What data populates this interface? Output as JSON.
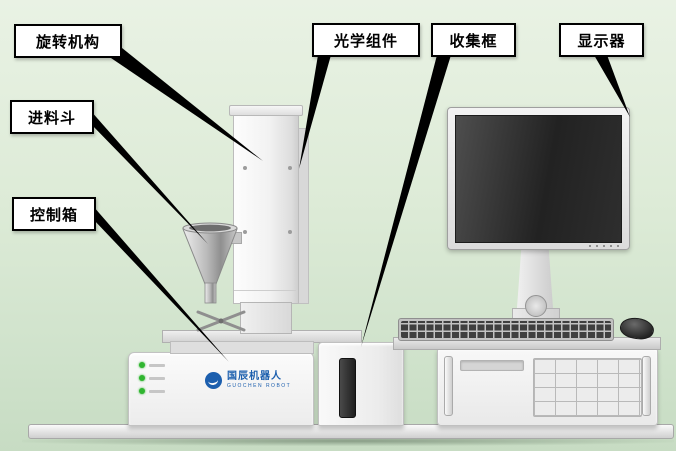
{
  "callouts": [
    {
      "id": "rotation-mechanism",
      "label": "旋转机构"
    },
    {
      "id": "feed-hopper",
      "label": "进料斗"
    },
    {
      "id": "control-box",
      "label": "控制箱"
    },
    {
      "id": "optical-assembly",
      "label": "光学组件"
    },
    {
      "id": "collection-frame",
      "label": "收集框"
    },
    {
      "id": "display-monitor",
      "label": "显示器"
    }
  ],
  "machine": {
    "brand": {
      "name": "国辰机器人",
      "subtitle": "GUOCHEN ROBOT"
    },
    "indicator_lights": 3
  },
  "colors": {
    "background_green": "#ddebd7",
    "label_border": "#000000",
    "brand_blue": "#1c5fae",
    "indicator_green": "#2fb52f",
    "screen_dark": "#2a2a2a",
    "machine_body": "#f2f2f2"
  }
}
